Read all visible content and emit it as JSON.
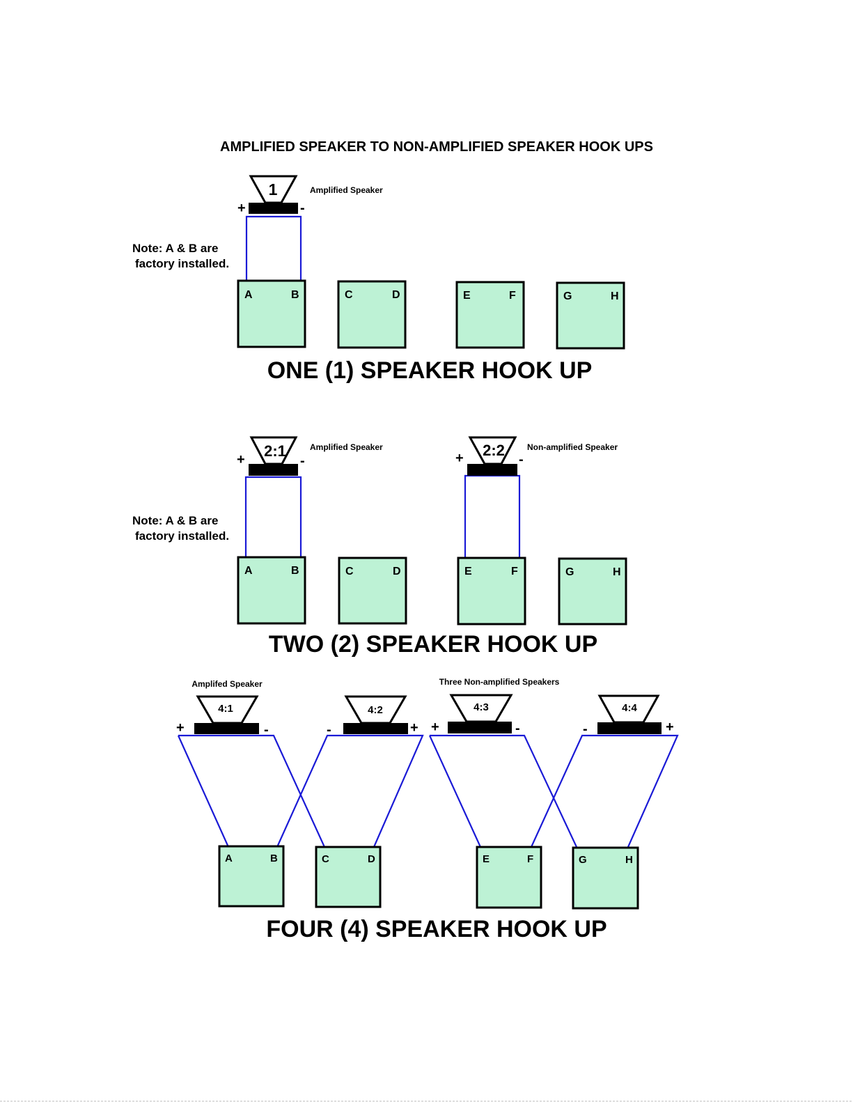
{
  "page_title": "AMPLIFIED SPEAKER TO NON-AMPLIFIED SPEAKER HOOK UPS",
  "sections": {
    "one": {
      "heading": "ONE (1) SPEAKER HOOK UP",
      "note_line1": "Note: A & B are",
      "note_line2": "factory installed.",
      "speaker_1": {
        "label": "1",
        "caption": "Amplified Speaker",
        "plus": "+",
        "minus": "-"
      },
      "terminals": [
        {
          "left": "A",
          "right": "B"
        },
        {
          "left": "C",
          "right": "D"
        },
        {
          "left": "E",
          "right": "F"
        },
        {
          "left": "G",
          "right": "H"
        }
      ]
    },
    "two": {
      "heading": "TWO (2) SPEAKER HOOK UP",
      "note_line1": "Note: A & B are",
      "note_line2": "factory installed.",
      "speaker_1": {
        "label": "2:1",
        "caption": "Amplified Speaker",
        "plus": "+",
        "minus": "-"
      },
      "speaker_2": {
        "label": "2:2",
        "caption": "Non-amplified Speaker",
        "plus": "+",
        "minus": "-"
      },
      "terminals": [
        {
          "left": "A",
          "right": "B"
        },
        {
          "left": "C",
          "right": "D"
        },
        {
          "left": "E",
          "right": "F"
        },
        {
          "left": "G",
          "right": "H"
        }
      ]
    },
    "four": {
      "heading": "FOUR (4) SPEAKER HOOK UP",
      "caption_amplified": "Amplifed Speaker",
      "caption_non_amplified": "Three Non-amplified Speakers",
      "speaker_1": {
        "label": "4:1",
        "plus": "+",
        "minus": "-"
      },
      "speaker_2": {
        "label": "4:2",
        "plus": "+",
        "minus": "-"
      },
      "speaker_3": {
        "label": "4:3",
        "plus": "+",
        "minus": "-"
      },
      "speaker_4": {
        "label": "4:4",
        "plus": "+",
        "minus": "-"
      },
      "terminals": [
        {
          "left": "A",
          "right": "B"
        },
        {
          "left": "C",
          "right": "D"
        },
        {
          "left": "E",
          "right": "F"
        },
        {
          "left": "G",
          "right": "H"
        }
      ]
    }
  },
  "colors": {
    "wire": "#1a1ad6",
    "box_fill": "#bdf2d5",
    "outline": "#000000"
  }
}
